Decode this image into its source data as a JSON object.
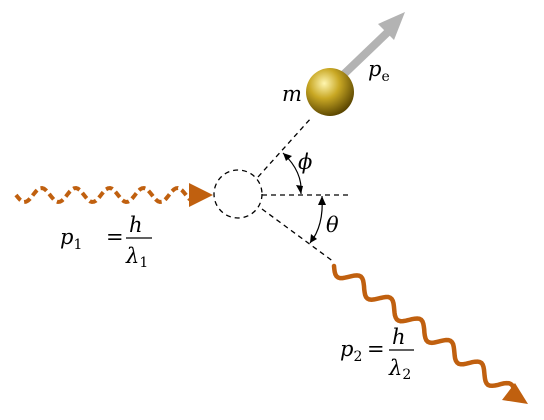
{
  "labels": {
    "mass": "m",
    "electron_momentum": {
      "symbol": "p",
      "subscript": "e"
    },
    "phi": "ϕ",
    "theta": "θ",
    "incoming_photon": {
      "symbol": "p",
      "subscript": "1",
      "equals": "=",
      "numerator": "h",
      "denominator_symbol": "λ",
      "denominator_subscript": "1"
    },
    "scattered_photon": {
      "symbol": "p",
      "subscript": "2",
      "equals": "=",
      "numerator": "h",
      "denominator_symbol": "λ",
      "denominator_subscript": "2"
    }
  },
  "colors": {
    "photon": "#c0600f",
    "electron_arrow": "#b3b3b3",
    "electron_highlight": "#fff6b0",
    "electron_mid": "#c9a824",
    "electron_dark": "#5a4500",
    "dash": "#000000"
  }
}
